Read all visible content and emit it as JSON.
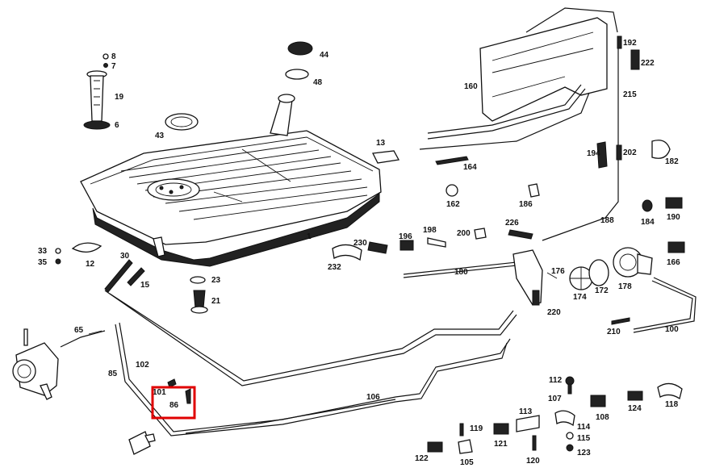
{
  "diagram": {
    "labels": [
      "8",
      "7",
      "19",
      "6",
      "43",
      "44",
      "48",
      "13",
      "1",
      "12",
      "33",
      "35",
      "30",
      "15",
      "23",
      "21",
      "232",
      "230",
      "196",
      "198",
      "200",
      "226",
      "164",
      "162",
      "186",
      "160",
      "192",
      "222",
      "215",
      "194",
      "202",
      "182",
      "184",
      "190",
      "188",
      "166",
      "180",
      "176",
      "174",
      "172",
      "178",
      "220",
      "210",
      "100",
      "65",
      "85",
      "102",
      "101",
      "86",
      "106",
      "112",
      "107",
      "108",
      "124",
      "118",
      "113",
      "114",
      "115",
      "123",
      "119",
      "120",
      "121",
      "122",
      "105"
    ],
    "highlighted_label": "101"
  }
}
